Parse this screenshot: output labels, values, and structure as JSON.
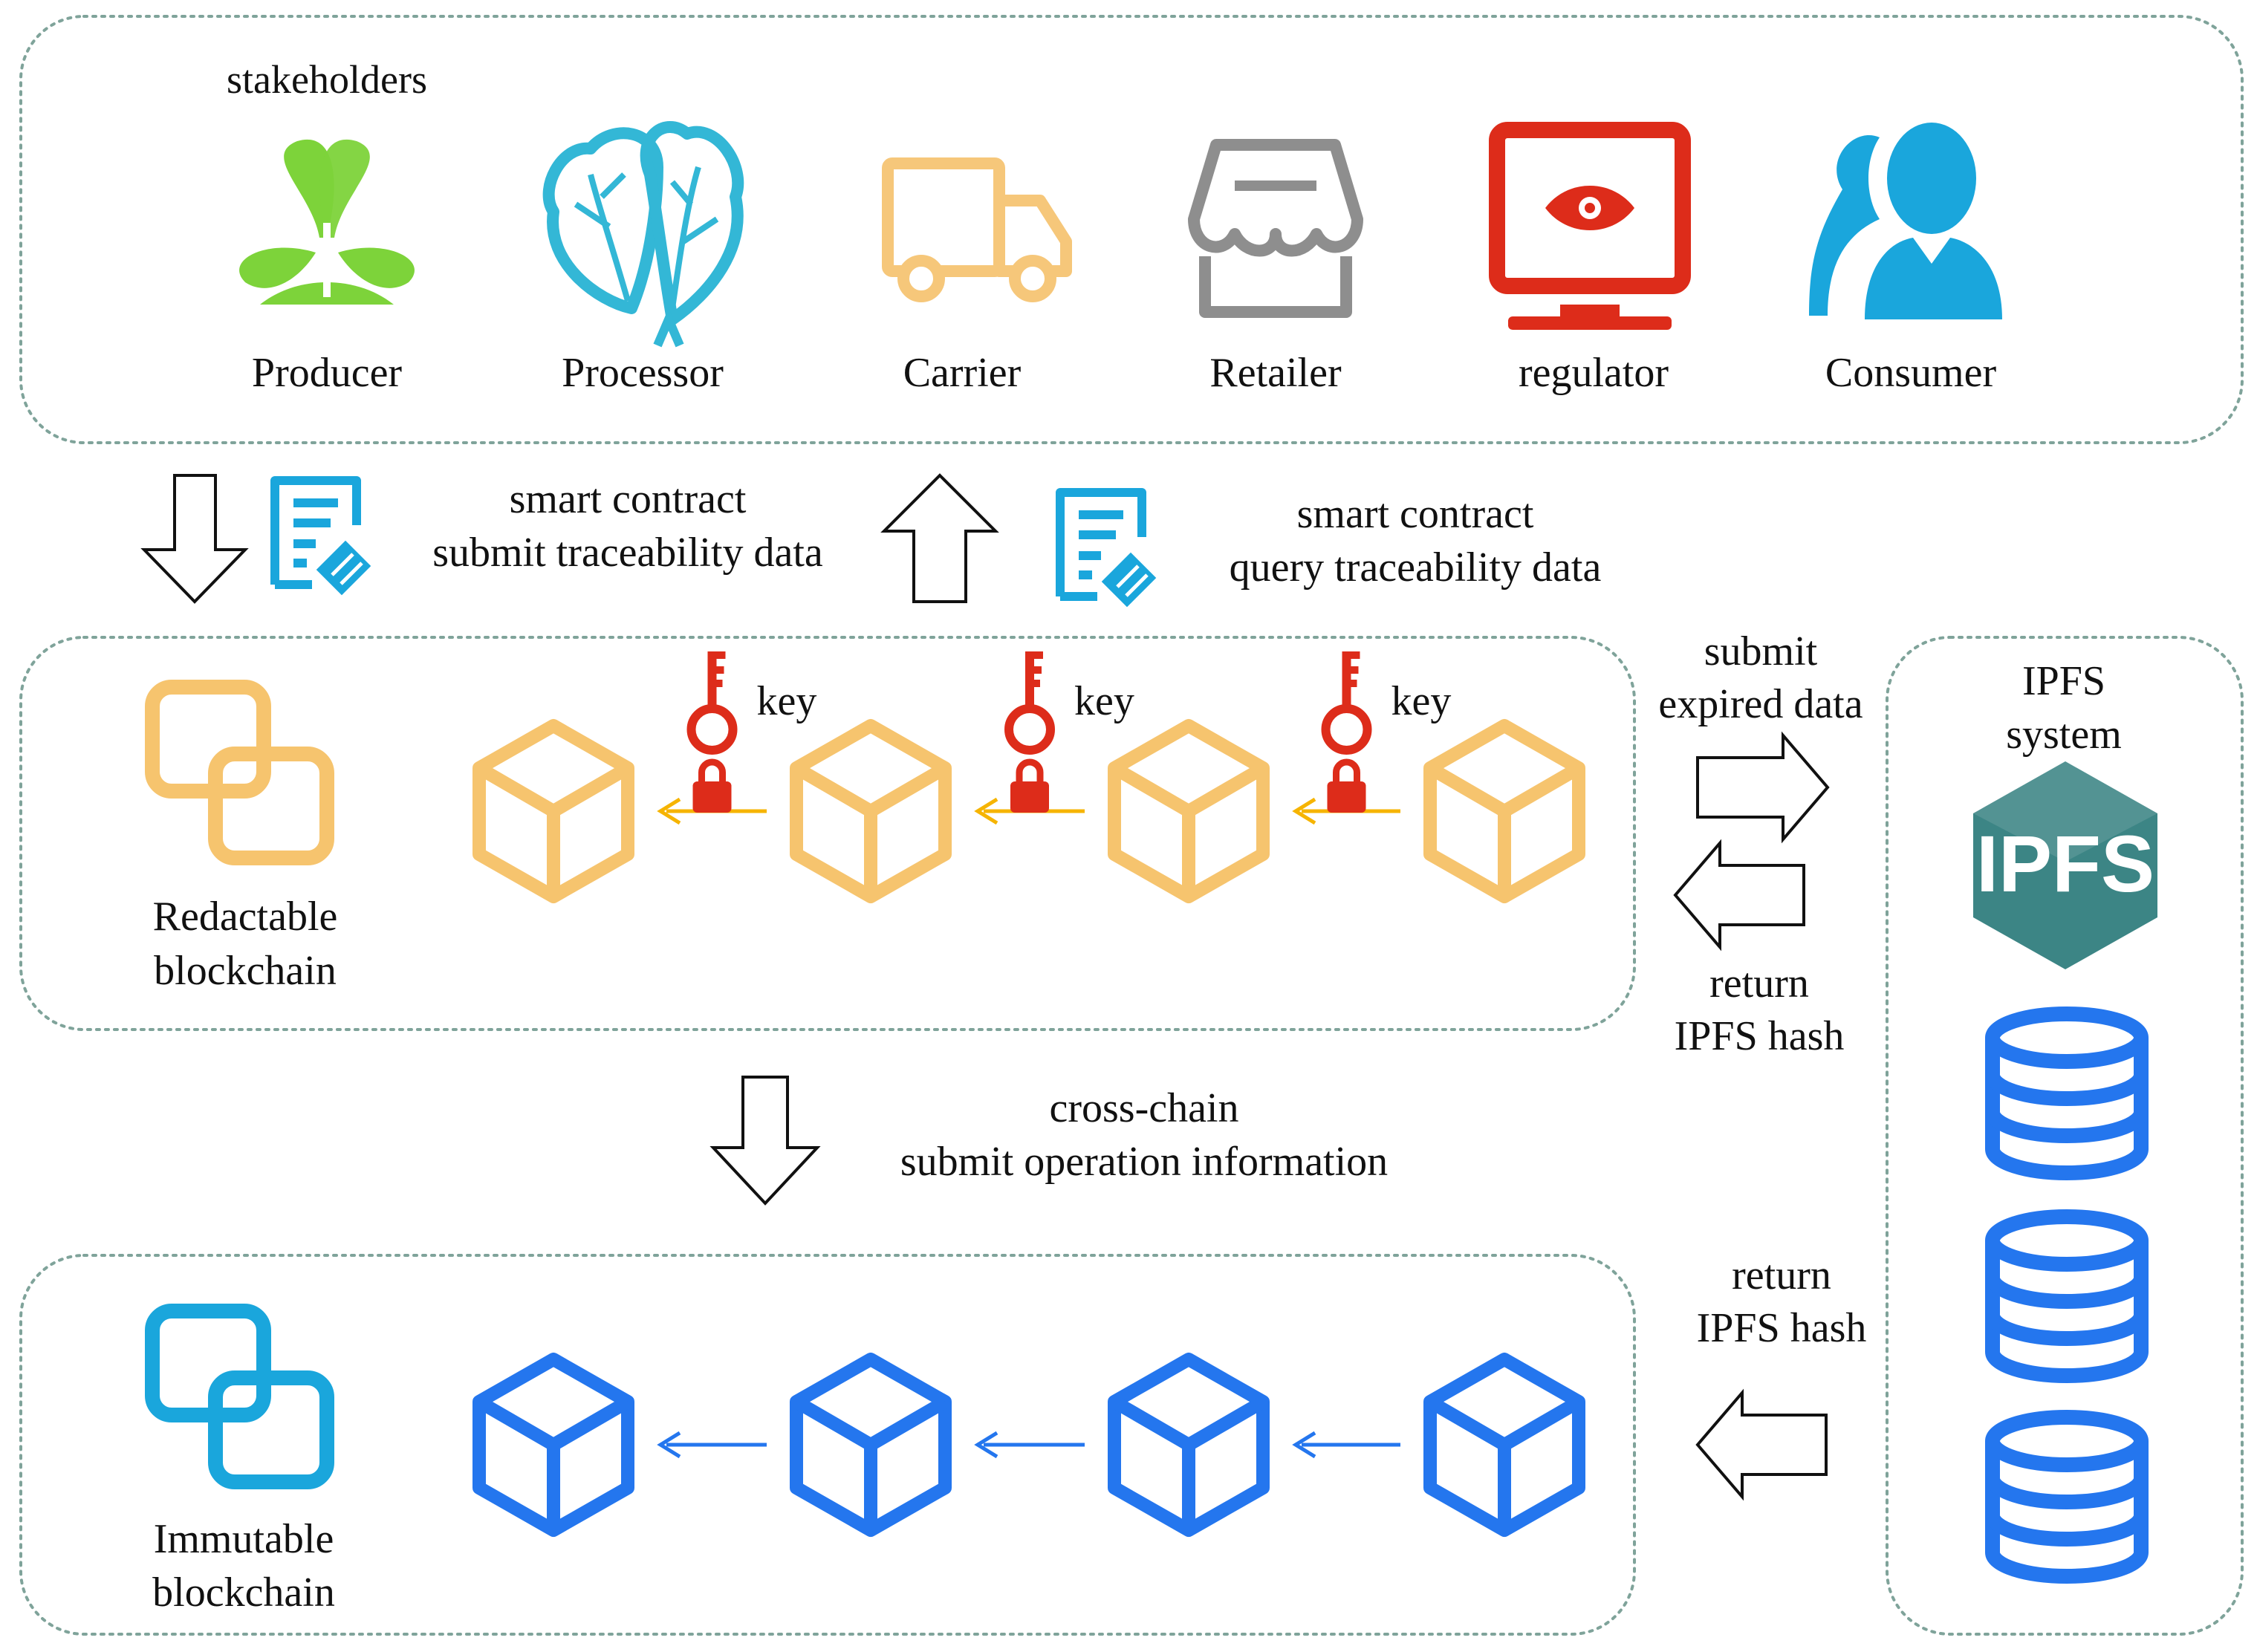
{
  "stakeholders": {
    "title": "stakeholders",
    "items": [
      {
        "label": "Producer",
        "icon": "sprout-icon"
      },
      {
        "label": "Processor",
        "icon": "vegetable-icon"
      },
      {
        "label": "Carrier",
        "icon": "truck-icon"
      },
      {
        "label": "Retailer",
        "icon": "store-icon"
      },
      {
        "label": "regulator",
        "icon": "monitor-eye-icon"
      },
      {
        "label": "Consumer",
        "icon": "users-icon"
      }
    ]
  },
  "flows": {
    "submit_contract": {
      "line1": "smart contract",
      "line2": "submit traceability data"
    },
    "query_contract": {
      "line1": "smart contract",
      "line2": "query traceability data"
    },
    "submit_expired": {
      "line1": "submit",
      "line2": "expired data"
    },
    "return_hash_top": {
      "line1": "return",
      "line2": "IPFS hash"
    },
    "cross_chain": {
      "line1": "cross-chain",
      "line2": "submit operation information"
    },
    "return_hash_bottom": {
      "line1": "return",
      "line2": "IPFS hash"
    }
  },
  "redactable": {
    "label_line1": "Redactable",
    "label_line2": "blockchain",
    "key_label": "key",
    "block_count": 4
  },
  "immutable": {
    "label_line1": "Immutable",
    "label_line2": "blockchain",
    "block_count": 4
  },
  "ipfs": {
    "title_line1": "IPFS",
    "title_line2": "system",
    "logo_text": "IPFS",
    "database_count": 3
  },
  "colors": {
    "panel_border": "#7fa39a",
    "redactable_block": "#f6c46e",
    "immutable_block": "#2476ee",
    "lock_key": "#dd2c1a",
    "chain_arrow_orange": "#f6b400",
    "chain_arrow_blue": "#2476ee",
    "contract_icon": "#1aa6dc",
    "producer": "#7dd33a",
    "processor": "#33b7d6",
    "carrier": "#f6c77a",
    "retailer": "#8e8e8e",
    "regulator": "#dd2c1a",
    "consumer": "#1aa6dc",
    "ipfs_logo": "#3c8585",
    "database": "#2476ee"
  }
}
